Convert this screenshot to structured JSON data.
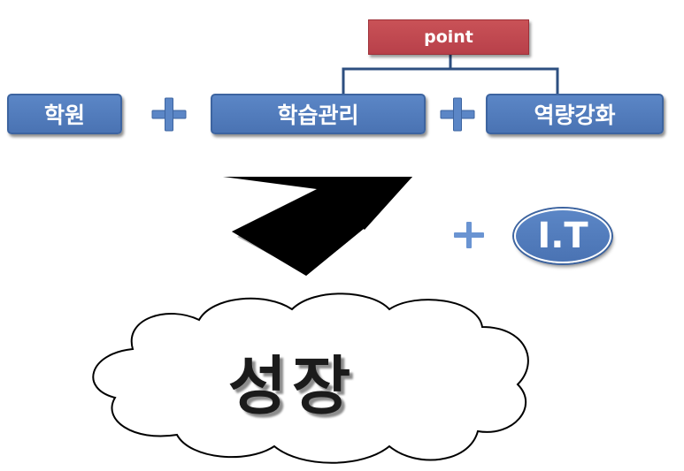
{
  "diagram": {
    "point_label": "point",
    "boxes": [
      "학원",
      "학습관리",
      "역량강화"
    ],
    "extra_label": "I.T",
    "result_label": "성장"
  },
  "colors": {
    "box_blue": "#4f79b9",
    "point_red": "#c0474f",
    "arrow_black": "#000000",
    "connector": "#2d4f80"
  }
}
